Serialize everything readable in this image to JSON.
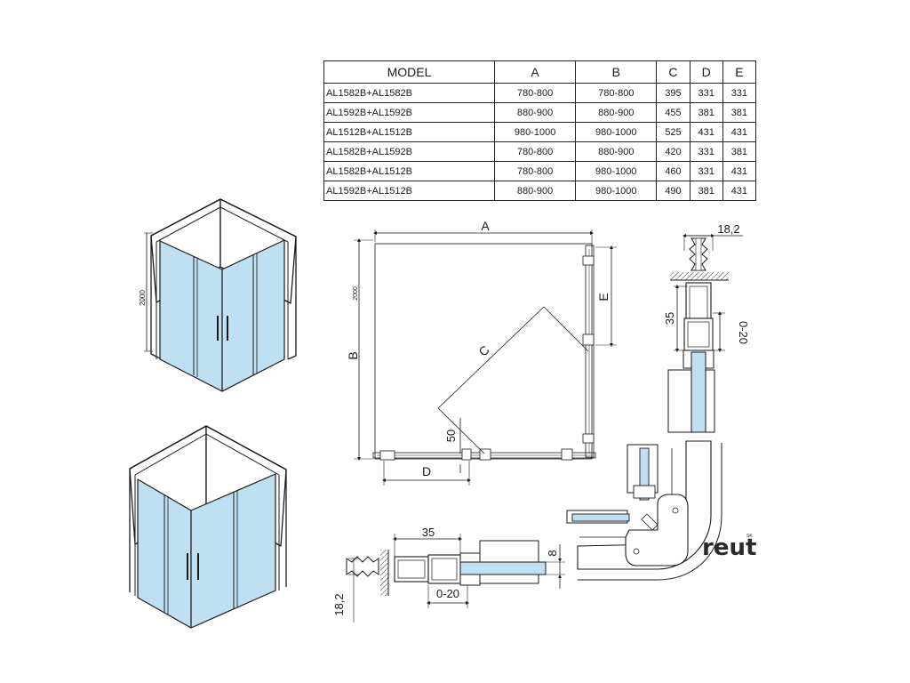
{
  "table": {
    "headers": [
      "MODEL",
      "A",
      "B",
      "C",
      "D",
      "E"
    ],
    "rows": [
      [
        "AL1582B+AL1582B",
        "780-800",
        "780-800",
        "395",
        "331",
        "331"
      ],
      [
        "AL1592B+AL1592B",
        "880-900",
        "880-900",
        "455",
        "381",
        "381"
      ],
      [
        "AL1512B+AL1512B",
        "980-1000",
        "980-1000",
        "525",
        "431",
        "431"
      ],
      [
        "AL1582B+AL1592B",
        "780-800",
        "880-900",
        "420",
        "331",
        "381"
      ],
      [
        "AL1582B+AL1512B",
        "780-800",
        "980-1000",
        "460",
        "331",
        "431"
      ],
      [
        "AL1592B+AL1512B",
        "880-900",
        "980-1000",
        "490",
        "381",
        "431"
      ]
    ]
  },
  "iso_top": {
    "height_label": "2000"
  },
  "plan": {
    "label_a": "A",
    "label_b": "B",
    "label_c": "C",
    "label_d": "D",
    "label_e": "E",
    "label_50": "50",
    "label_2000": "2000"
  },
  "detail_right": {
    "label_width": "18,2",
    "label_35": "35",
    "label_adjust": "0-20"
  },
  "detail_bottom": {
    "label_35": "35",
    "label_8": "8",
    "label_adjust": "0-20",
    "label_width": "18,2"
  },
  "logo": {
    "text": "reut",
    "suffix": "SK"
  },
  "colors": {
    "glass": "#bfe0f2",
    "line": "#1a1a1a",
    "gray": "#cccccc"
  }
}
